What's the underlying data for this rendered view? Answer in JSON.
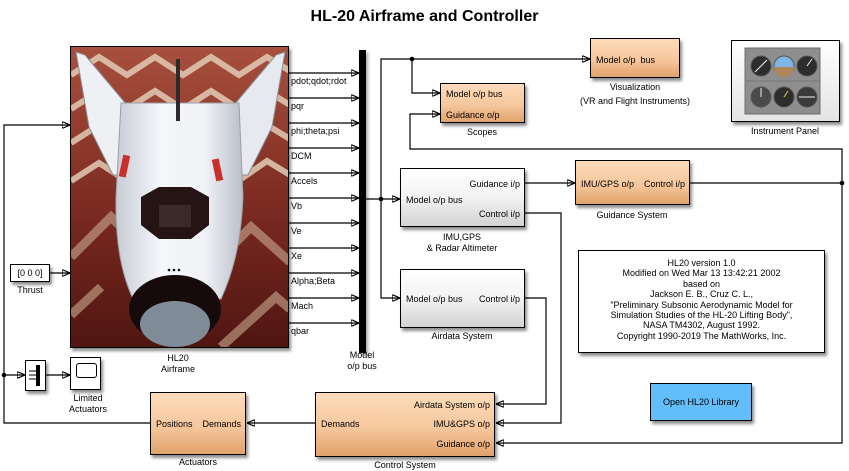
{
  "title": "HL-20 Airframe and Controller",
  "colors": {
    "orange_top": "#fddcbb",
    "orange_mid": "#f6c79d",
    "orange_bottom": "#e1a26b",
    "button_blue": "#63bdf9"
  },
  "airframe": {
    "label_lines": [
      "HL20",
      "Airframe"
    ],
    "outputs": [
      "pdot;qdot;rdot",
      "pqr",
      "phi;theta;psi",
      "DCM",
      "Accels",
      "Vb",
      "Ve",
      "Xe",
      "Alpha;Beta",
      "Mach",
      "qbar"
    ]
  },
  "bus": {
    "label_lines": [
      "Model",
      "o/p bus"
    ]
  },
  "thrust": {
    "value": "[0 0 0]",
    "label": "Thrust"
  },
  "limited_actuators": {
    "label_lines": [
      "Limited",
      "Actuators"
    ]
  },
  "visualization": {
    "label_lines": [
      "Visualization",
      "(VR and Flight Instruments)"
    ],
    "ports": {
      "model_in": "Model o/p  bus"
    }
  },
  "scopes": {
    "label": "Scopes",
    "ports": {
      "model_in": "Model o/p bus",
      "guidance_in": "Guidance o/p"
    }
  },
  "instrument_panel": {
    "label": "Instrument Panel"
  },
  "imu": {
    "label_lines": [
      "IMU,GPS",
      "& Radar Altimeter"
    ],
    "ports": {
      "guidance_out": "Guidance i/p",
      "model_in": "Model o/p bus",
      "control_out": "Control i/p"
    }
  },
  "guidance_system": {
    "label": "Guidance System",
    "ports": {
      "imu_in": "IMU/GPS o/p",
      "control_out": "Control i/p"
    }
  },
  "airdata": {
    "label": "Airdata System",
    "ports": {
      "model_in": "Model o/p bus",
      "control_out": "Control i/p"
    }
  },
  "control_system": {
    "label": "Control System",
    "ports": {
      "airdata_in": "Airdata System o/p",
      "demands_out": "Demands",
      "imu_in": "IMU&GPS o/p",
      "guidance_in": "Guidance o/p"
    }
  },
  "actuators": {
    "label": "Actuators",
    "ports": {
      "positions_out": "Positions",
      "demands_in": "Demands"
    }
  },
  "info": {
    "lines": [
      "HL20 version 1.0",
      "Modified on Wed Mar 13 13:42:21 2002",
      "based on",
      "Jackson E. B., Cruz C. L.,",
      "\"Preliminary Subsonic Aerodynamic Model for",
      "Simulation Studies of the HL-20 Lifting Body\",",
      "NASA TM4302, August 1992.",
      "Copyright 1990-2019 The MathWorks, Inc."
    ]
  },
  "library_button": {
    "label": "Open HL20 Library"
  }
}
